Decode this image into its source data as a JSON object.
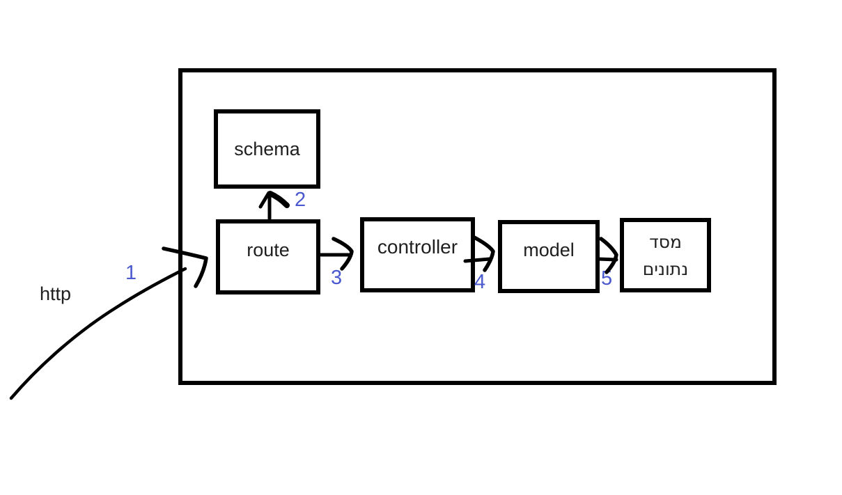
{
  "diagram": {
    "colors": {
      "ink": "#000000",
      "label_text": "#202020",
      "step_number": "#4a59cf",
      "background": "#ffffff"
    },
    "external": {
      "label": "http"
    },
    "nodes": [
      {
        "id": "schema",
        "label": "schema"
      },
      {
        "id": "route",
        "label": "route"
      },
      {
        "id": "controller",
        "label": "controller"
      },
      {
        "id": "model",
        "label": "model"
      },
      {
        "id": "database",
        "label": "מסד נתונים",
        "line1": "מסד",
        "line2": "נתונים"
      }
    ],
    "steps": [
      {
        "n": "1",
        "from": "http",
        "to": "route"
      },
      {
        "n": "2",
        "from": "route",
        "to": "schema"
      },
      {
        "n": "3",
        "from": "route",
        "to": "controller"
      },
      {
        "n": "4",
        "from": "controller",
        "to": "model"
      },
      {
        "n": "5",
        "from": "model",
        "to": "database"
      }
    ]
  }
}
